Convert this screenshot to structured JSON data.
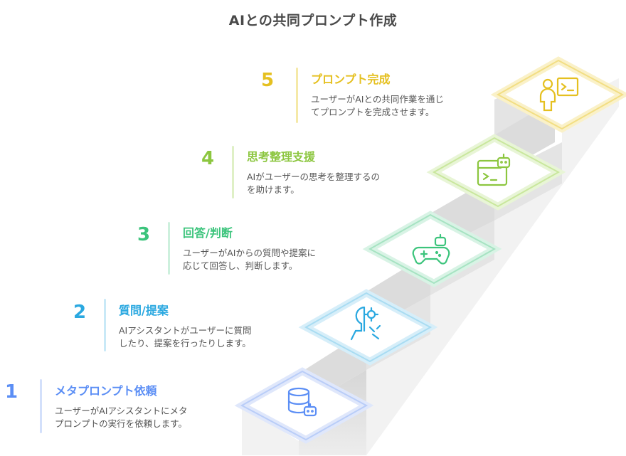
{
  "title": "AIとの共同プロンプト作成",
  "steps": [
    {
      "number": "1",
      "title": "メタプロンプト依頼",
      "desc_line1": "ユーザーがAIアシスタントにメタ",
      "desc_line2": "プロンプトの実行を依頼します。",
      "color": "#5b8ef5",
      "icon": "database-bot-icon"
    },
    {
      "number": "2",
      "title": "質問/提案",
      "desc_line1": "AIアシスタントがユーザーに質問",
      "desc_line2": "したり、提案を行ったりします。",
      "color": "#2aa8e0",
      "icon": "head-gear-icon"
    },
    {
      "number": "3",
      "title": "回答/判断",
      "desc_line1": "ユーザーがAIからの質問や提案に",
      "desc_line2": "応じて回答し、判断します。",
      "color": "#3cc47c",
      "icon": "gamepad-bot-icon"
    },
    {
      "number": "4",
      "title": "思考整理支援",
      "desc_line1": "AIがユーザーの思考を整理するの",
      "desc_line2": "を助けます。",
      "color": "#8cc63f",
      "icon": "terminal-bot-icon"
    },
    {
      "number": "5",
      "title": "プロンプト完成",
      "desc_line1": "ユーザーがAIとの共同作業を通じ",
      "desc_line2": "てプロンプトを完成させます。",
      "color": "#e5c020",
      "icon": "person-terminal-icon"
    }
  ]
}
